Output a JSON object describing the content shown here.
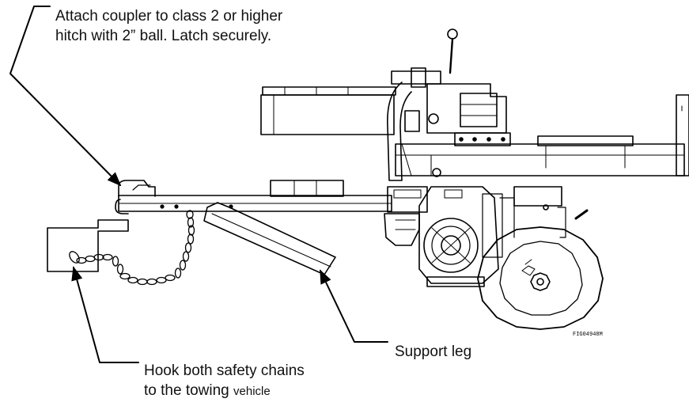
{
  "callouts": {
    "coupler": {
      "line1": "Attach coupler to class 2 or higher",
      "line2": "hitch with 2” ball. Latch securely."
    },
    "support_leg": "Support leg",
    "chains": {
      "line1": "Hook both safety chains",
      "line2_main": "to the towing ",
      "line2_small": "vehicle"
    }
  },
  "figure_id": "FIG04948M"
}
